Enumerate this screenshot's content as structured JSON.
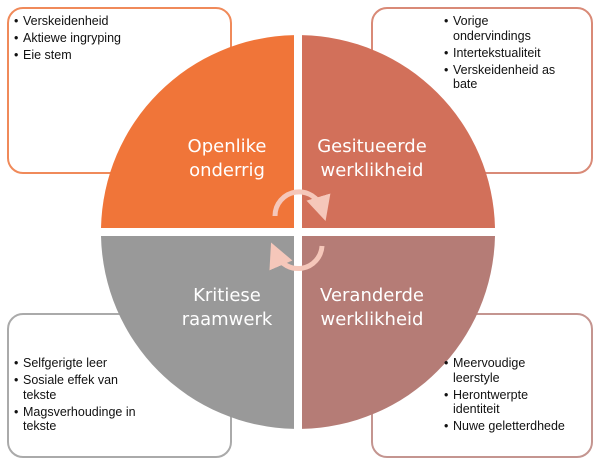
{
  "colors": {
    "openlike": "#F07539",
    "gesitueerde": "#D2705A",
    "kritiese": "#999999",
    "veranderde": "#B57C76",
    "arrow": "#F5C7BA"
  },
  "quadrants": [
    {
      "title_lines": [
        "Openlike",
        "onderrig"
      ],
      "items": [
        "Verskeidenheid",
        "Aktiewe ingryping",
        "Eie stem"
      ]
    },
    {
      "title_lines": [
        "Gesitueerde",
        "werklikheid"
      ],
      "items": [
        "Vorige ondervindings",
        "Intertekstualiteit",
        "Verskeidenheid as bate"
      ]
    },
    {
      "title_lines": [
        "Kritiese",
        "raamwerk"
      ],
      "items": [
        "Selfgerigte leer",
        "Sosiale effek van tekste",
        "Magsverhoudinge in tekste"
      ]
    },
    {
      "title_lines": [
        "Veranderde",
        "werklikheid"
      ],
      "items": [
        "Meervoudige leerstyle",
        "Herontwerpte identiteit",
        "Nuwe geletterdhede"
      ]
    }
  ]
}
